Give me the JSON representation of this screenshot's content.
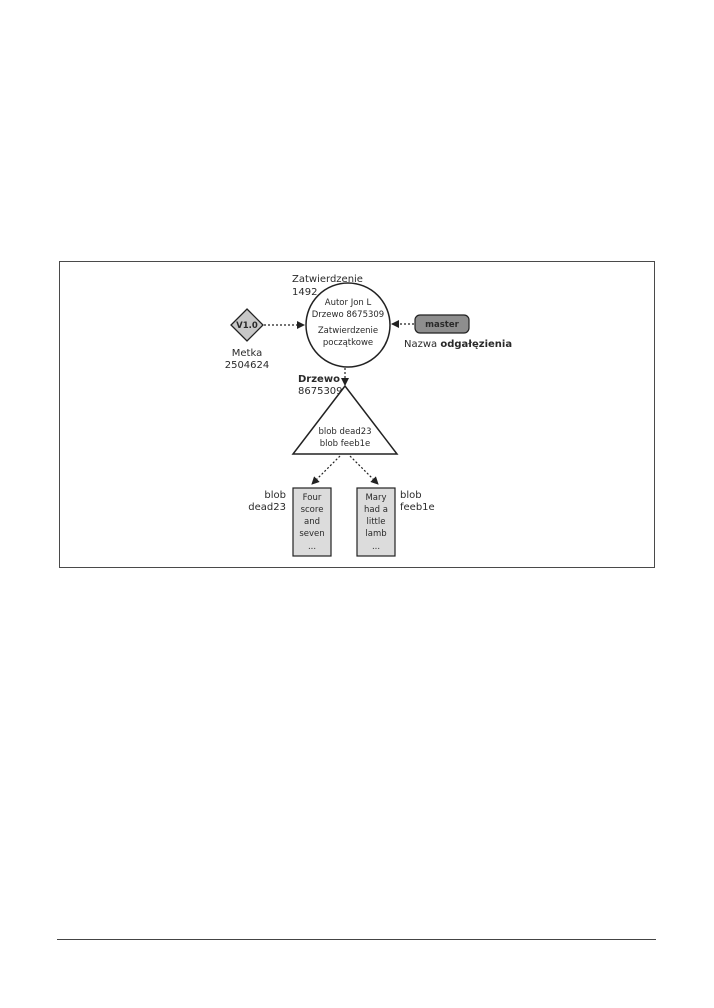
{
  "commit": {
    "label_line1": "Zatwierdzenie",
    "label_line2": "1492",
    "line1": "Autor Jon L",
    "line2": "Drzewo 8675309",
    "line3": "Zatwierdzenie",
    "line4": "początkowe"
  },
  "tag": {
    "text": "V1.0",
    "label_line1": "Metka",
    "label_line2": "2504624"
  },
  "branch": {
    "text": "master",
    "label_prefix": "Nazwa ",
    "label_bold": "odgałęzienia"
  },
  "tree": {
    "label_line1": "Drzewo",
    "label_line2": "8675309",
    "line1": "blob dead23",
    "line2": "blob feeb1e"
  },
  "blob_left": {
    "label_line1": "blob",
    "label_line2": "dead23",
    "lines": [
      "Four",
      "score",
      "and",
      "seven",
      "..."
    ]
  },
  "blob_right": {
    "label_line1": "blob",
    "label_line2": "feeb1e",
    "lines": [
      "Mary",
      "had a",
      "little",
      "lamb",
      "..."
    ]
  },
  "colors": {
    "tag_fill": "#c8c8c8",
    "branch_fill": "#8e8e8e",
    "blob_fill": "#dcdcdc"
  }
}
